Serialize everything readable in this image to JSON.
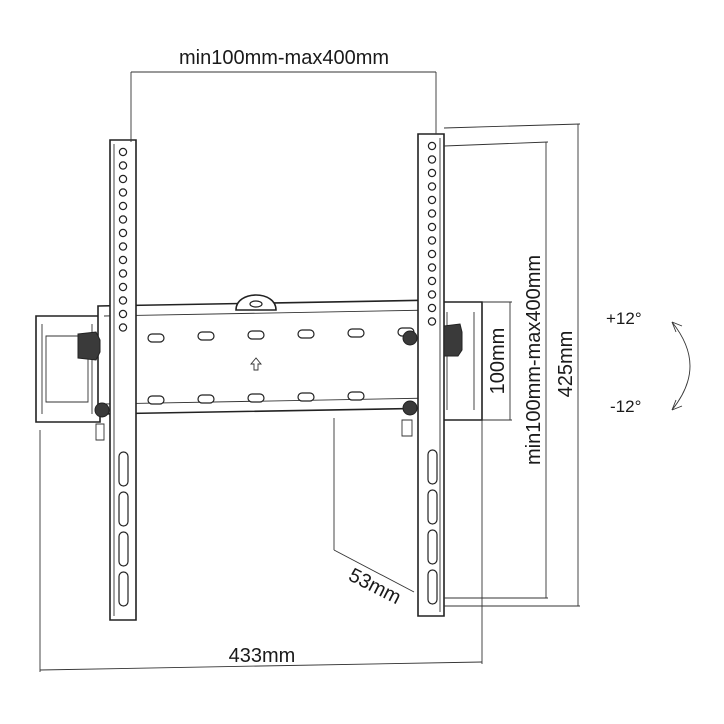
{
  "diagram": {
    "dimensions": {
      "horizontal_vesa": "min100mm-max400mm",
      "vertical_vesa": "min100mm-max400mm",
      "plate_height": "100mm",
      "arm_height": "425mm",
      "depth": "53mm",
      "plate_width": "433mm"
    },
    "tilt": {
      "up": "+12°",
      "down": "-12°"
    },
    "colors": {
      "line": "#222222",
      "background": "#ffffff"
    }
  }
}
